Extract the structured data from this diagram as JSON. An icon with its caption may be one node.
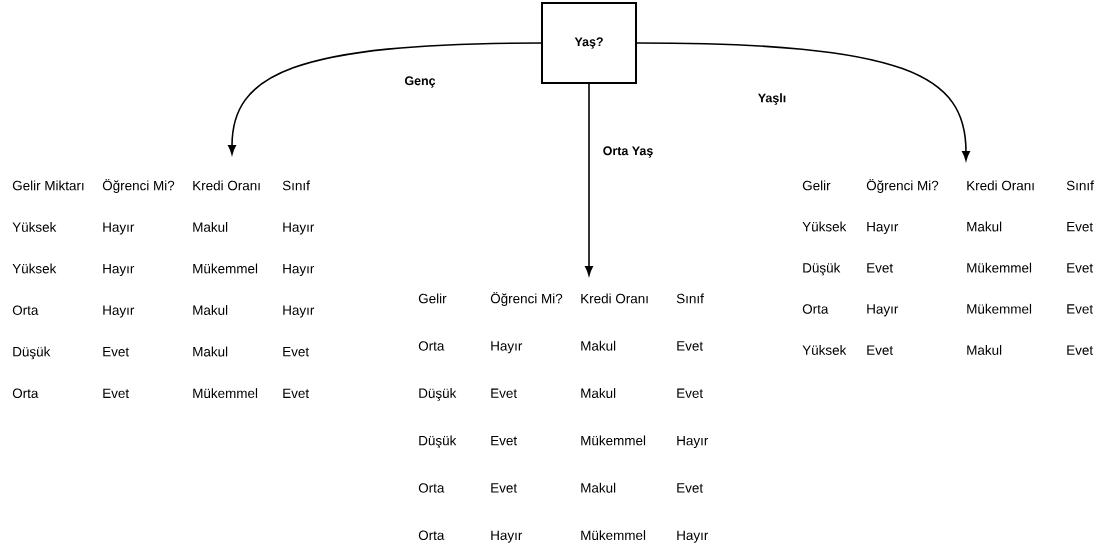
{
  "diagram": {
    "nodes": [
      {
        "text": [
          "Yaş?"
        ]
      },
      {
        "text": [
          "Gelir Miktarı",
          "Öğrenci Mi?",
          "Kredi Oranı",
          "Sınıf",
          "Yüksek",
          "Hayır",
          "Makul",
          "Hayır",
          "Yüksek",
          "Hayır",
          "Mükemmel",
          "Hayır",
          "Orta",
          "Hayır",
          "Makul",
          "Hayır",
          "Düşük",
          "Evet",
          "Makul",
          "Evet",
          "Orta",
          "Evet",
          "Mükemmel",
          "Evet"
        ]
      },
      {
        "text": [
          "Gelir",
          "Öğrenci Mi?",
          "Kredi Oranı",
          "Sınıf",
          "Orta",
          "Hayır",
          "Makul",
          "Evet",
          "Düşük",
          "Evet",
          "Makul",
          "Evet",
          "Düşük",
          "Evet",
          "Mükemmel",
          "Hayır",
          "Orta",
          "Evet",
          "Makul",
          "Evet",
          "Orta",
          "Hayır",
          "Mükemmel",
          "Hayır"
        ]
      },
      {
        "text": [
          "Gelir",
          "Öğrenci Mi?",
          "Kredi Oranı",
          "Sınıf",
          "Yüksek",
          "Hayır",
          "Makul",
          "Evet",
          "Düşük",
          "Evet",
          "Mükemmel",
          "Evet",
          "Orta",
          "Hayır",
          "Mükemmel",
          "Evet",
          "Yüksek",
          "Evet",
          "Makul",
          "Evet"
        ]
      }
    ],
    "edges": [
      {
        "from": 0,
        "to": 1,
        "arrow": "to",
        "label": "Genç"
      },
      {
        "from": 0,
        "to": 2,
        "arrow": "to",
        "label": "Orta Yaş"
      },
      {
        "from": 0,
        "to": 3,
        "arrow": "to",
        "label": "Yaşlı"
      }
    ]
  }
}
